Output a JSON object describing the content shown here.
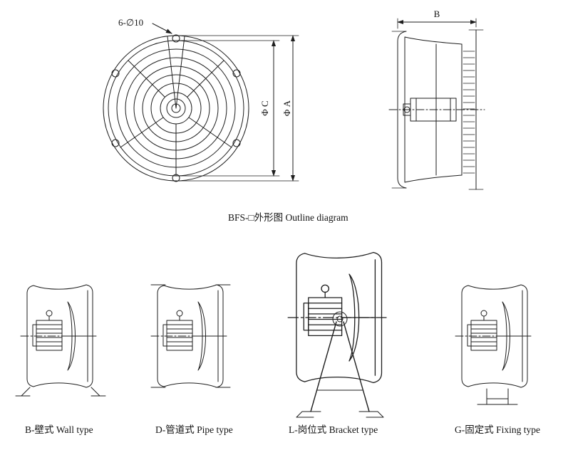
{
  "page": {
    "background": "#ffffff",
    "line_color": "#1e1e1e"
  },
  "outline_view": {
    "caption": "BFS-□外形图  Outline diagram",
    "front": {
      "bolt_note": "6-∅10",
      "dim_inner_diameter": "Φ C",
      "dim_outer_diameter": "Φ A"
    },
    "side": {
      "dim_depth": "B"
    }
  },
  "mount_types": [
    {
      "id": "B",
      "label": "B-壁式  Wall type"
    },
    {
      "id": "D",
      "label": "D-管道式  Pipe type"
    },
    {
      "id": "L",
      "label": "L-岗位式  Bracket type"
    },
    {
      "id": "G",
      "label": "G-固定式  Fixing type"
    }
  ]
}
